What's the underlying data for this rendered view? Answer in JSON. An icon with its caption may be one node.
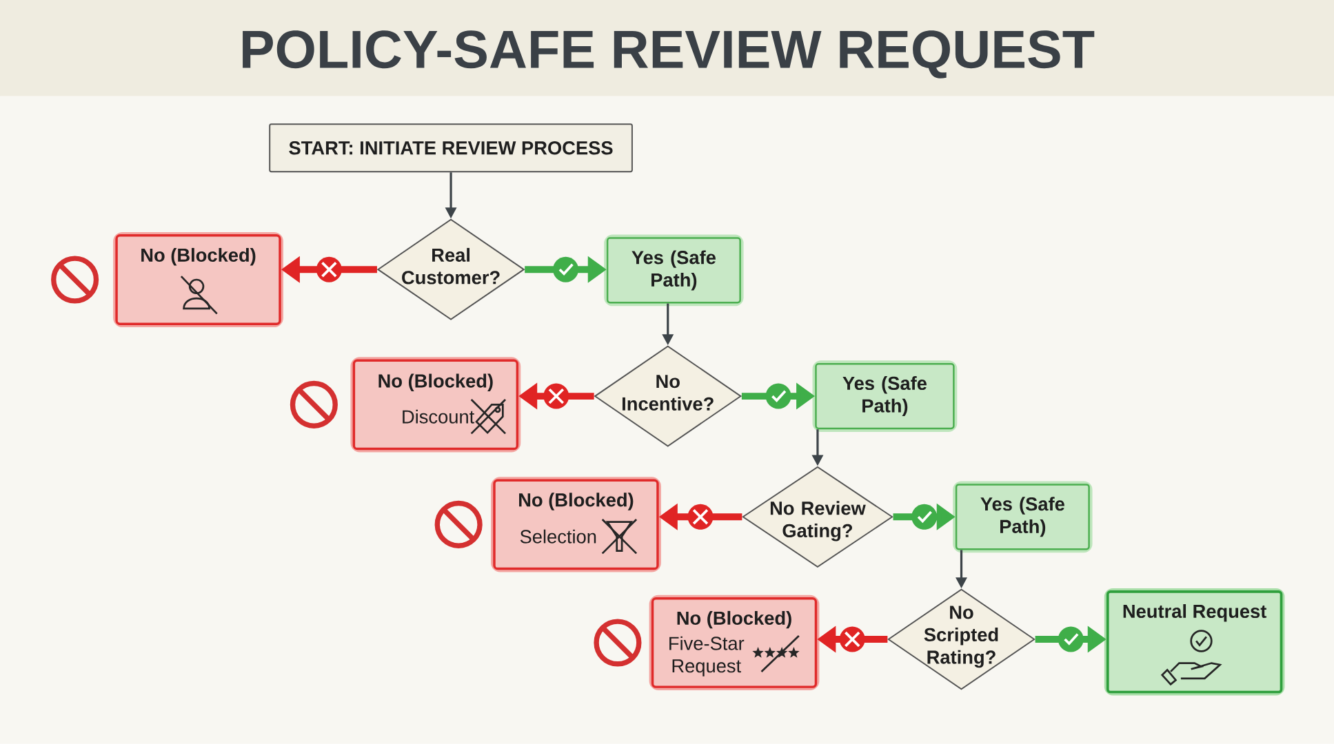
{
  "diagram": {
    "title": "POLICY-SAFE REVIEW REQUEST",
    "nodes": [
      {
        "text": [
          "START: INITIATE REVIEW PROCESS"
        ]
      },
      {
        "text": [
          "Real Customer?"
        ]
      },
      {
        "text": [
          "No (Blocked)"
        ]
      },
      {
        "text": [
          "Yes (Safe Path)"
        ]
      },
      {
        "text": [
          "No Incentive?"
        ]
      },
      {
        "text": [
          "No (Blocked)",
          "Discount"
        ]
      },
      {
        "text": [
          "Yes (Safe Path)"
        ]
      },
      {
        "text": [
          "No Review Gating?"
        ]
      },
      {
        "text": [
          "No (Blocked)",
          "Selection"
        ]
      },
      {
        "text": [
          "Yes (Safe Path)"
        ]
      },
      {
        "text": [
          "No Scripted Rating?"
        ]
      },
      {
        "text": [
          "No (Blocked)",
          "Five-Star Request"
        ]
      },
      {
        "text": [
          "Neutral Request"
        ]
      }
    ],
    "edges": [
      {
        "from": 0,
        "to": 1,
        "arrow": "to"
      },
      {
        "from": 1,
        "to": 2,
        "arrow": "to",
        "color": "#e02424"
      },
      {
        "from": 1,
        "to": 3,
        "arrow": "to",
        "color": "#3fae49"
      },
      {
        "from": 3,
        "to": 4,
        "arrow": "to"
      },
      {
        "from": 4,
        "to": 5,
        "arrow": "to",
        "color": "#e02424"
      },
      {
        "from": 4,
        "to": 6,
        "arrow": "to",
        "color": "#3fae49"
      },
      {
        "from": 6,
        "to": 7,
        "arrow": "to"
      },
      {
        "from": 7,
        "to": 8,
        "arrow": "to",
        "color": "#e02424"
      },
      {
        "from": 7,
        "to": 9,
        "arrow": "to",
        "color": "#3fae49"
      },
      {
        "from": 9,
        "to": 10,
        "arrow": "to"
      },
      {
        "from": 10,
        "to": 11,
        "arrow": "to",
        "color": "#e02424"
      },
      {
        "from": 10,
        "to": 12,
        "arrow": "to",
        "color": "#3fae49"
      }
    ]
  }
}
